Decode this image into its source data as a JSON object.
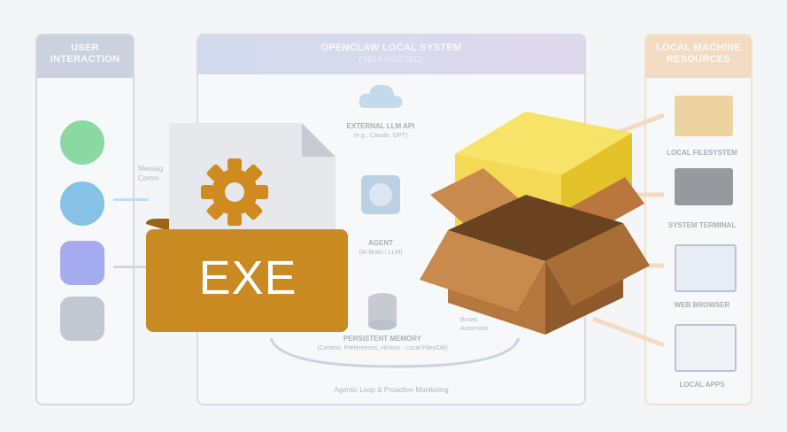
{
  "user_panel": {
    "title": "USER INTERACTION"
  },
  "system_panel": {
    "title": "OPENCLAW LOCAL SYSTEM",
    "subtitle": "(Self-Hosted)"
  },
  "resources_panel": {
    "title": "LOCAL MACHINE RESOURCES"
  },
  "channels": [
    "whatsapp-icon",
    "telegram-icon",
    "discord-icon",
    "chat-icon"
  ],
  "edge_labels": {
    "messages": "Messag",
    "commands": "Comm"
  },
  "llm": {
    "title": "EXTERNAL LLM API",
    "note": "(e.g., Claude, GPT)"
  },
  "agent": {
    "title": "AGENT",
    "note": "(AI Brain / LLM)"
  },
  "memory": {
    "title": "PERSISTENT MEMORY",
    "note": "(Context, Preferences, History - Local Files/DB)"
  },
  "loop_label": "Agentic Loop & Proactive Monitoring",
  "automation": {
    "line1": "Brows",
    "line2": "Automatio"
  },
  "resources": [
    {
      "label": "LOCAL FILESYSTEM",
      "icon": "folder-icon"
    },
    {
      "label": "SYSTEM TERMINAL",
      "icon": "terminal-icon"
    },
    {
      "label": "WEB BROWSER",
      "icon": "browser-icon"
    },
    {
      "label": "LOCAL APPS",
      "icon": "app-window-icon"
    }
  ],
  "exe_badge": "EXE",
  "colors": {
    "exe_orange": "#c98a22",
    "box_brown": "#b5773e",
    "glow_yellow": "#f2d33a"
  }
}
